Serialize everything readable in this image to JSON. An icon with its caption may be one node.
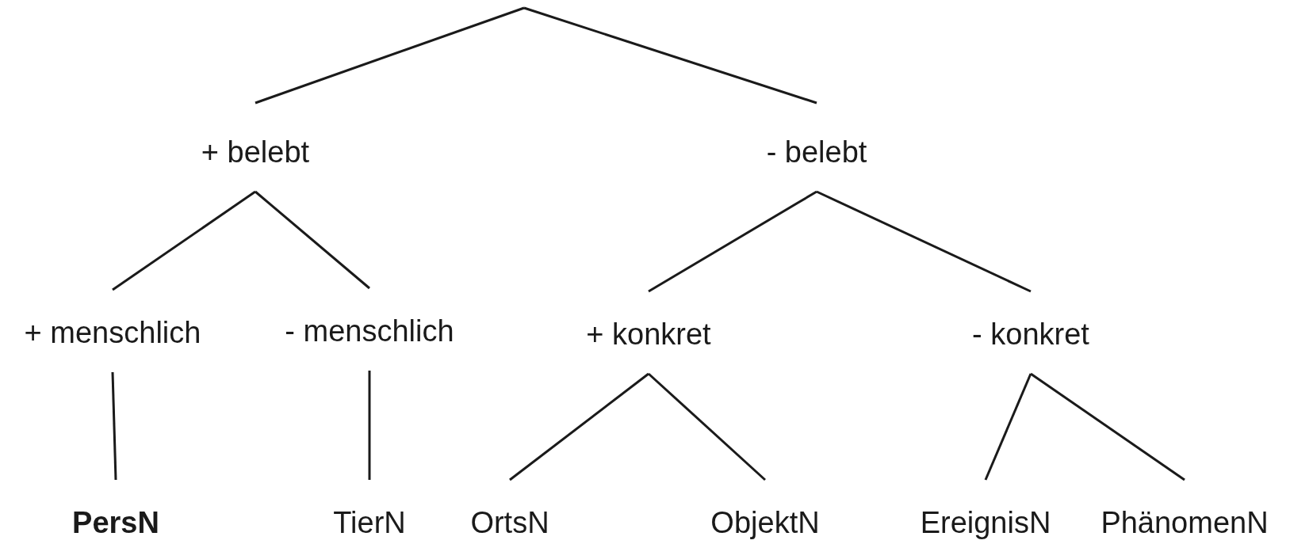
{
  "diagram": {
    "nodes": [
      {
        "text": [
          "+ belebt"
        ]
      },
      {
        "text": [
          "- belebt"
        ]
      },
      {
        "text": [
          "+ menschlich"
        ]
      },
      {
        "text": [
          "- menschlich"
        ]
      },
      {
        "text": [
          "+ konkret"
        ]
      },
      {
        "text": [
          "- konkret"
        ]
      },
      {
        "text": [
          "PersN"
        ]
      },
      {
        "text": [
          "TierN"
        ]
      },
      {
        "text": [
          "OrtsN"
        ]
      },
      {
        "text": [
          "ObjektN"
        ]
      },
      {
        "text": [
          "EreignisN"
        ]
      },
      {
        "text": [
          "PhänomenN"
        ]
      }
    ],
    "edges": [
      {
        "from": null,
        "to": 0,
        "arrow": "none"
      },
      {
        "from": null,
        "to": 1,
        "arrow": "none"
      },
      {
        "from": 0,
        "to": 2,
        "arrow": "none"
      },
      {
        "from": 0,
        "to": 3,
        "arrow": "none"
      },
      {
        "from": 1,
        "to": 4,
        "arrow": "none"
      },
      {
        "from": 1,
        "to": 5,
        "arrow": "none"
      },
      {
        "from": 2,
        "to": 6,
        "arrow": "none"
      },
      {
        "from": 3,
        "to": 7,
        "arrow": "none"
      },
      {
        "from": 4,
        "to": 8,
        "arrow": "none"
      },
      {
        "from": 4,
        "to": 9,
        "arrow": "none"
      },
      {
        "from": 5,
        "to": 10,
        "arrow": "none"
      },
      {
        "from": 5,
        "to": 11,
        "arrow": "none"
      }
    ]
  }
}
